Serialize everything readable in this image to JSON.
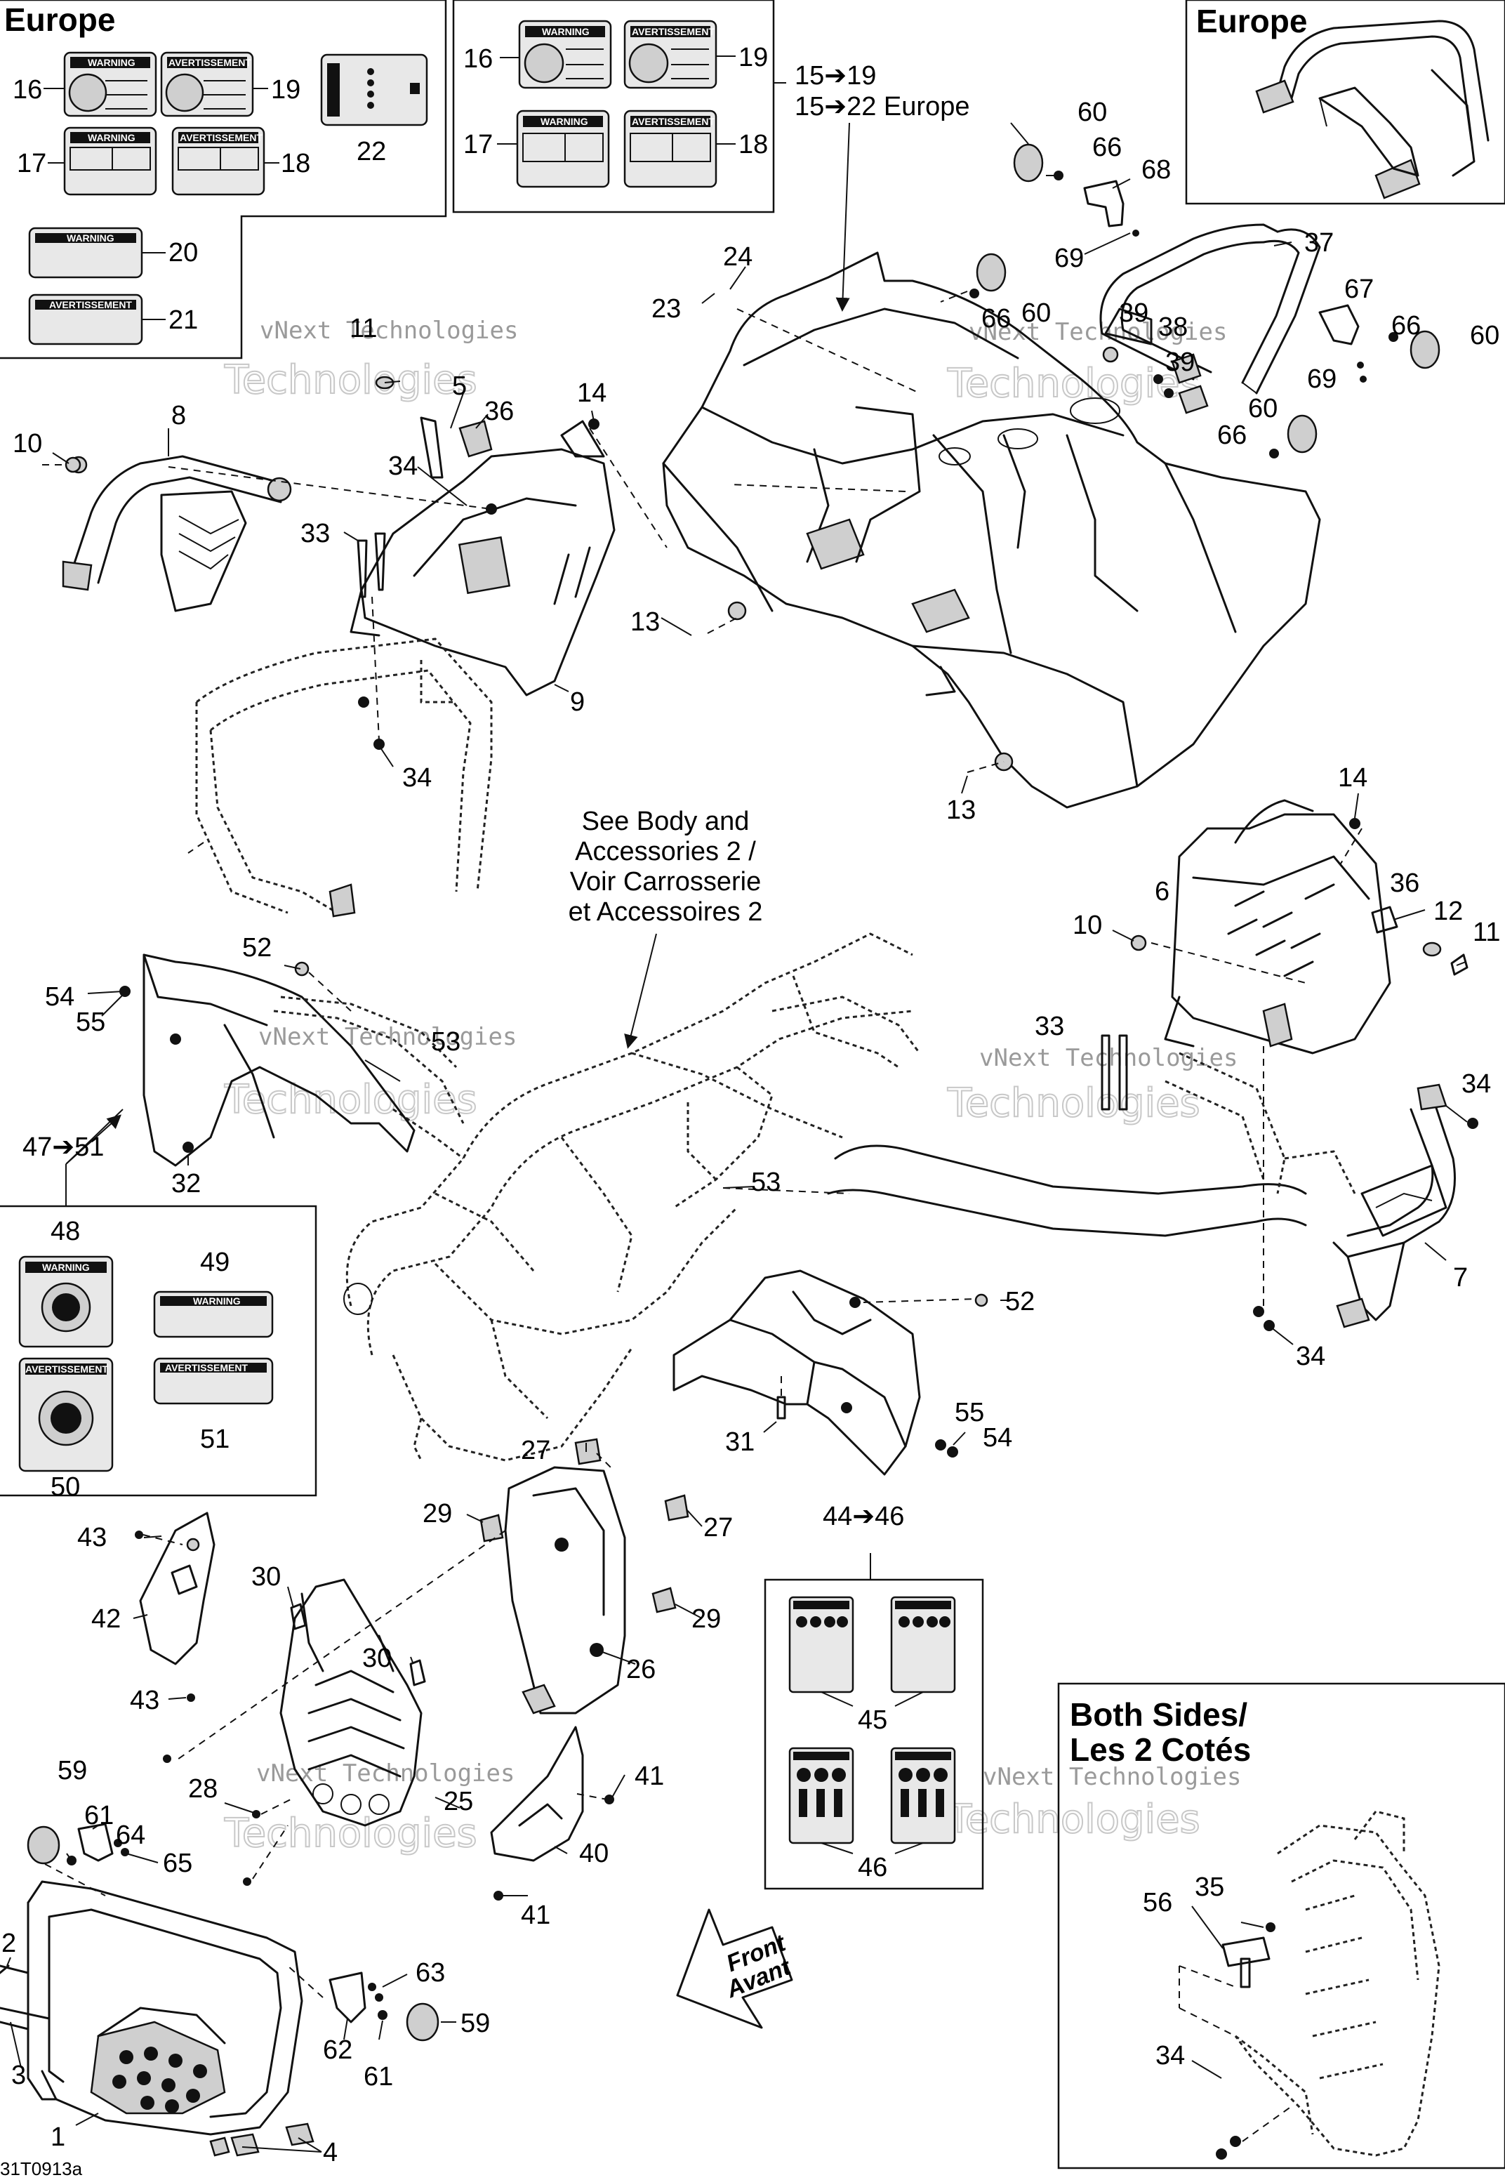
{
  "regions": {
    "europe_labels_left": "Europe",
    "europe_rack": "Europe",
    "both_sides": [
      "Both Sides/",
      "Les 2 Cotés"
    ]
  },
  "notes": {
    "see_body": [
      "See Body and",
      "Accessories 2 /",
      "Voir Carrosserie",
      "et Accessoires 2"
    ],
    "front": [
      "Front",
      "Avant"
    ],
    "range_1": "15➔19",
    "range_2": "15➔22 Europe",
    "range_47": "47➔51",
    "range_44": "44➔46",
    "drawing_ref": "31T0913a"
  },
  "label_text": {
    "warning": "WARNING",
    "avertissement": "AVERTISSEMENT"
  },
  "watermark": {
    "line1": "vNext Technologies",
    "line2": "Technologies"
  },
  "callouts": {
    "c16a": "16",
    "c19a": "19",
    "c17a": "17",
    "c18a": "18",
    "c22": "22",
    "c20": "20",
    "c21": "21",
    "c16b": "16",
    "c19b": "19",
    "c17b": "17",
    "c18b": "18",
    "c60a": "60",
    "c66a": "66",
    "c68": "68",
    "c69a": "69",
    "c37": "37",
    "c24": "24",
    "c23": "23",
    "c66b": "66",
    "c60b": "60",
    "c39a": "39",
    "c38": "38",
    "c39b": "39",
    "c67": "67",
    "c66c": "66",
    "c60c": "60",
    "c69b": "69",
    "c60d": "60",
    "c66d": "66",
    "c11a": "11",
    "c5": "5",
    "c36a": "36",
    "c14a": "14",
    "c8": "8",
    "c10a": "10",
    "c34a": "34",
    "c33a": "33",
    "c9": "9",
    "c34b": "34",
    "c13a": "13",
    "c13b": "13",
    "c14b": "14",
    "c6": "6",
    "c36b": "36",
    "c12": "12",
    "c11b": "11",
    "c10b": "10",
    "c33b": "33",
    "c34c": "34",
    "c7": "7",
    "c34d": "34",
    "c52a": "52",
    "c54a": "54",
    "c55a": "55",
    "c53a": "53",
    "c47": "47➔51",
    "c32": "32",
    "c53b": "53",
    "c48": "48",
    "c49": "49",
    "c50": "50",
    "c51": "51",
    "c52b": "52",
    "c55b": "55",
    "c54b": "54",
    "c31": "31",
    "c44": "44➔46",
    "c45": "45",
    "c46": "46",
    "c27a": "27",
    "c27b": "27",
    "c29a": "29",
    "c29b": "29",
    "c43a": "43",
    "c43b": "43",
    "c42": "42",
    "c30a": "30",
    "c30b": "30",
    "c26": "26",
    "c28": "28",
    "c25": "25",
    "c41a": "41",
    "c41b": "41",
    "c40": "40",
    "c59a": "59",
    "c61a": "61",
    "c64": "64",
    "c65": "65",
    "c2": "2",
    "c3": "3",
    "c1": "1",
    "c4": "4",
    "c63": "63",
    "c62": "62",
    "c61b": "61",
    "c59b": "59",
    "c56": "56",
    "c35": "35",
    "c34e": "34"
  }
}
